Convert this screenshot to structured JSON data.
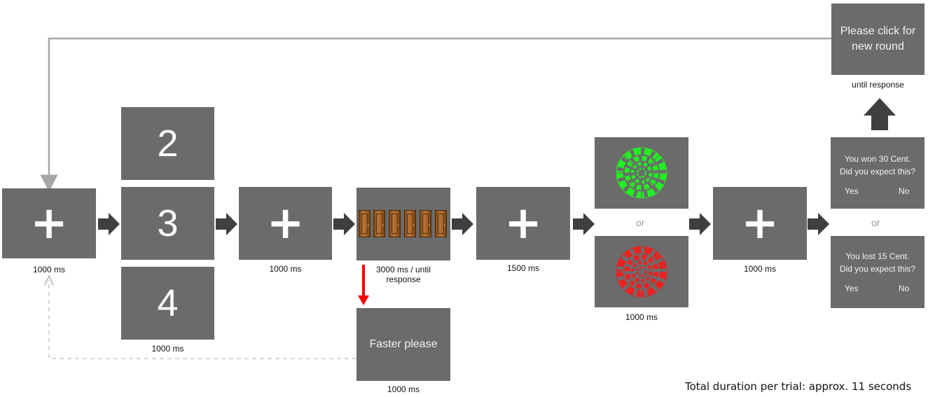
{
  "screens": {
    "fixation1": {
      "symbol": "+",
      "duration": "1000 ms"
    },
    "countdown": {
      "numbers": [
        "2",
        "3",
        "4"
      ],
      "duration": "1000 ms"
    },
    "fixation2": {
      "symbol": "+",
      "duration": "1000 ms"
    },
    "doors": {
      "count": 6,
      "duration": "3000 ms / until response"
    },
    "faster": {
      "text": "Faster please",
      "duration": "1000 ms"
    },
    "fixation3": {
      "symbol": "+",
      "duration": "1500 ms"
    },
    "feedback": {
      "win_color": "#22ee22",
      "loss_color": "#ee2020",
      "separator": "or",
      "duration": "1000 ms"
    },
    "fixation4": {
      "symbol": "+",
      "duration": "1000 ms"
    },
    "rating_win": {
      "line1": "You won 30 Cent.",
      "line2": "Did you expect this?",
      "yes": "Yes",
      "no": "No"
    },
    "rating_loss": {
      "line1": "You lost 15 Cent.",
      "line2": "Did you expect this?",
      "yes": "Yes",
      "no": "No"
    },
    "rating_separator": "or",
    "new_round": {
      "line1": "Please click for",
      "line2": "new round",
      "duration": "until response"
    }
  },
  "footer": {
    "total_duration": "Total duration per trial: approx. 11 seconds"
  },
  "colors": {
    "screen": "#6b6b6b",
    "arrow": "#3f3f3f",
    "loop_line": "#a6a6a6",
    "timeout_arrow": "#ff0000"
  }
}
